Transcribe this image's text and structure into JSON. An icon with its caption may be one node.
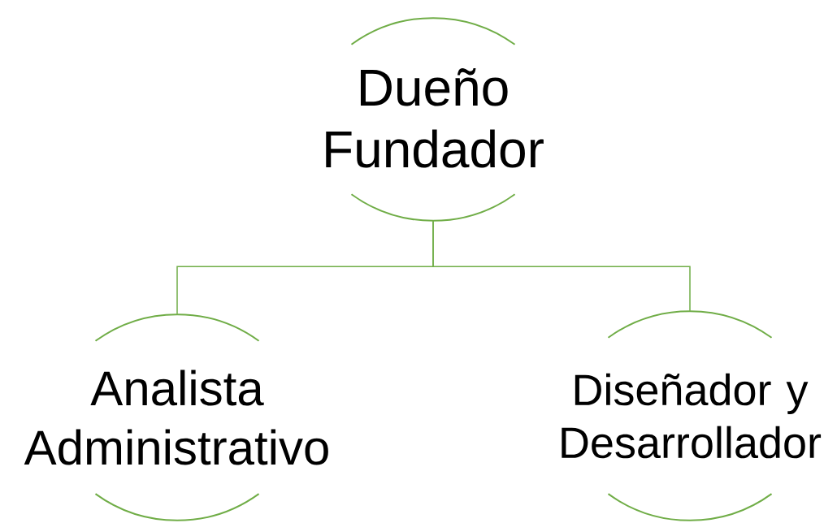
{
  "diagram": {
    "nodes": [
      {
        "text": [
          "Dueño Fundador"
        ]
      },
      {
        "text": [
          "Analista Administrativo"
        ]
      },
      {
        "text": [
          "Diseñador y Desarrollador"
        ]
      }
    ],
    "edges": [
      {
        "from": 0,
        "to": 1,
        "arrow": "none"
      },
      {
        "from": 0,
        "to": 2,
        "arrow": "none"
      }
    ]
  }
}
